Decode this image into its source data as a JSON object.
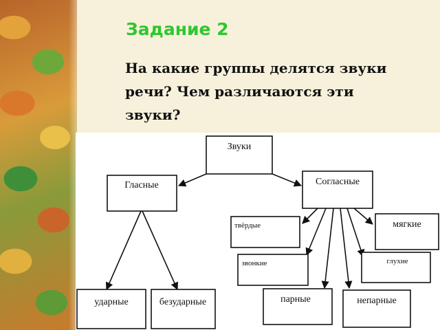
{
  "slide": {
    "title": "Задание 2",
    "question": "На какие группы делятся звуки речи? Чем различаются эти звуки?"
  },
  "diagram": {
    "nodes": {
      "root": "Звуки",
      "vowels": "Гласные",
      "consonants": "Согласные",
      "stressed": "ударные",
      "unstressed": "безударные",
      "hard": "твёрдые",
      "soft": "мягкие",
      "voiced": "звонкие",
      "voiceless": "глухие",
      "paired": "парные",
      "unpaired": "непарные"
    }
  },
  "colors": {
    "title": "#2fc72f",
    "background": "#f7f1dc",
    "line": "#111111"
  }
}
